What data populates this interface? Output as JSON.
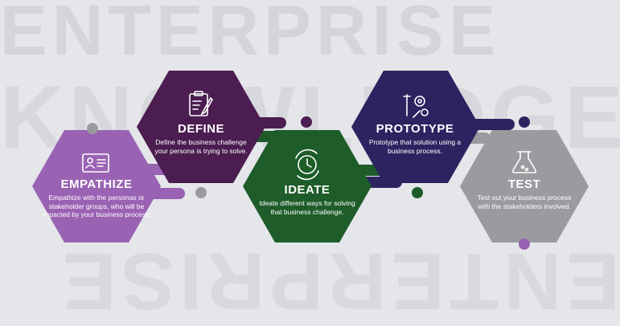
{
  "background": {
    "words": [
      "ENTERPRISE",
      "KNOWLEDGE",
      "ENTERPRISE"
    ]
  },
  "stages": [
    {
      "id": "empathize",
      "title": "EMPATHIZE",
      "description": "Empathize with the personas or stakeholder groups, who will be impacted by your business process.",
      "color": "#9a62b3",
      "icon": "id-card-icon"
    },
    {
      "id": "define",
      "title": "DEFINE",
      "description": "Define the business challenge your persona is trying to solve.",
      "color": "#4b1d50",
      "icon": "clipboard-pen-icon"
    },
    {
      "id": "ideate",
      "title": "IDEATE",
      "description": "Ideate different ways for solving that business challenge.",
      "color": "#1e5c2a",
      "icon": "clock-cycle-icon"
    },
    {
      "id": "prototype",
      "title": "PROTOTYPE",
      "description": "Prototype that solution using a business process.",
      "color": "#2b2460",
      "icon": "tools-gears-icon"
    },
    {
      "id": "test",
      "title": "TEST",
      "description": "Test out your business process with the stakeholders involved.",
      "color": "#9a9b9e",
      "icon": "flask-icon"
    }
  ]
}
